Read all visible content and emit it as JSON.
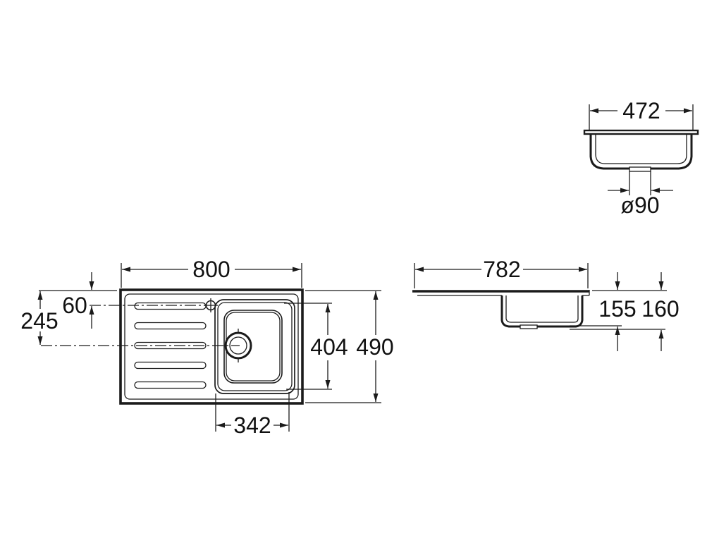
{
  "section_view": {
    "width_label": "472",
    "drain_label": "ø90"
  },
  "plan_view": {
    "length_label": "800",
    "tap_offset_label": "60",
    "drain_offset_label": "245",
    "bowl_length_label": "404",
    "width_label": "490",
    "bowl_width_label": "342"
  },
  "side_view": {
    "length_label": "782",
    "bowl_depth_label": "155",
    "total_depth_label": "160"
  }
}
